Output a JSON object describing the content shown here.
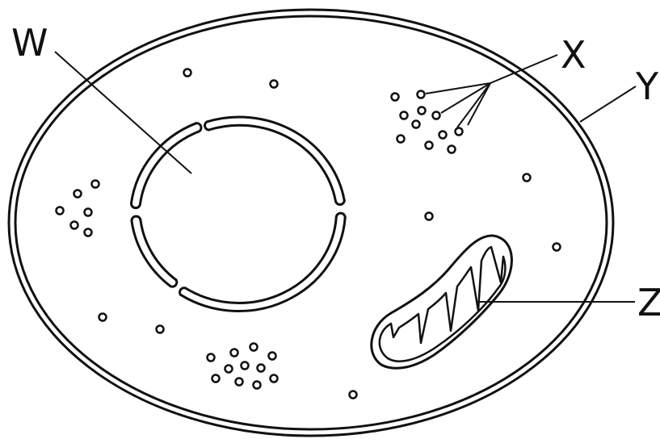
{
  "labels": {
    "w": "W",
    "x": "X",
    "y": "Y",
    "z": "Z"
  },
  "colors": {
    "stroke": "#111111",
    "background": "#ffffff"
  },
  "structures": [
    "cell-membrane",
    "nucleus-envelope",
    "ribosome-clusters",
    "mitochondrion",
    "free-ribosomes"
  ]
}
